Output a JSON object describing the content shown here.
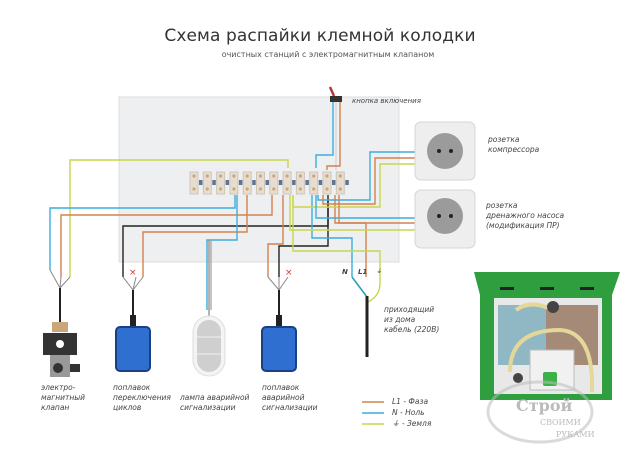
{
  "header": {
    "title": "Схема распайки клемной колодки",
    "subtitle": "очистных станций  с электромагнитным клапаном"
  },
  "colors": {
    "phase": "#d4824e",
    "neutral": "#3aaede",
    "ground": "#c9d64a",
    "black": "#222222",
    "float_blue": "#2f6fd0",
    "tank_green": "#2e9e3e"
  },
  "labels": {
    "power_button": "кнопка включения",
    "socket_compressor": [
      "розетка",
      "компрессора"
    ],
    "socket_drain_pump": [
      "розетка",
      "дренажного насоса",
      "(модификация ПР)"
    ],
    "incoming_cable": [
      "приходящий",
      "из дома",
      "кабель (220В)"
    ],
    "solenoid_valve": [
      "электро-",
      "магнитный",
      "клапан"
    ],
    "cycle_float": [
      "поплавок",
      "переключения",
      "циклов"
    ],
    "alarm_lamp": [
      "лампа аварийной",
      "сигнализации"
    ],
    "alarm_float": [
      "поплавок",
      "аварийной",
      "сигнализации"
    ],
    "terminal_n": "N",
    "terminal_l1": "L1",
    "terminal_ground": "⏚"
  },
  "legend": [
    {
      "label": "L1 - Фаза",
      "color_key": "phase"
    },
    {
      "label": "N - Ноль",
      "color_key": "neutral"
    },
    {
      "label": "⏚ - Земля",
      "color_key": "ground"
    }
  ],
  "watermark": {
    "brand": "Строй",
    "line2": "СВОИМИ",
    "line3": "РУКАМИ"
  }
}
